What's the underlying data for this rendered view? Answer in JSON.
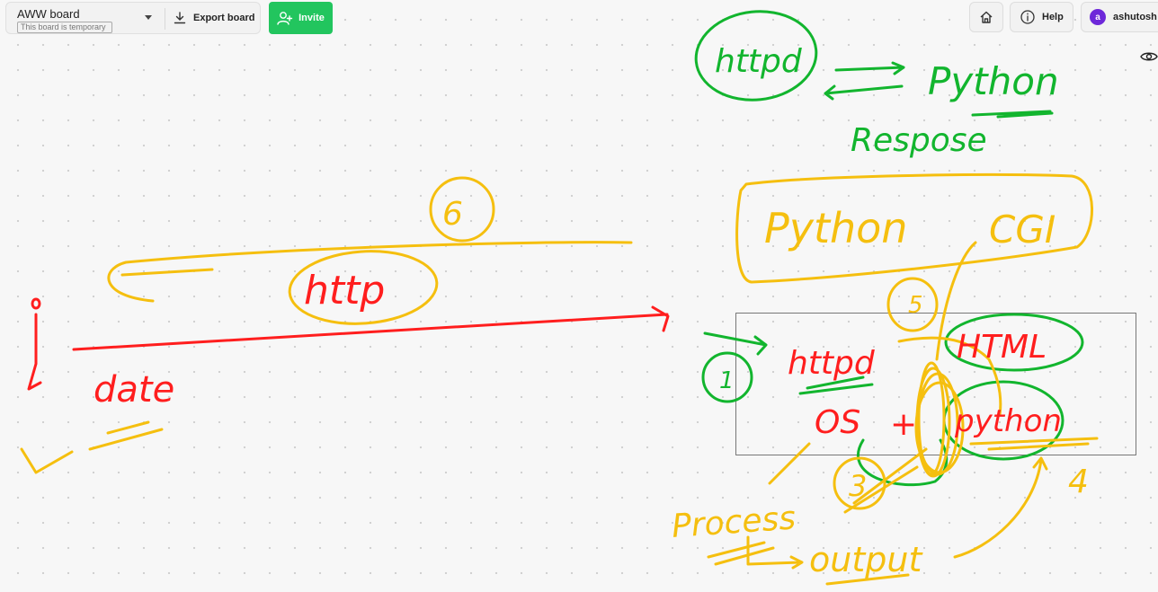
{
  "app": {
    "board_name": "AWW board",
    "board_status": "This board is temporary",
    "export_label": "Export board",
    "invite_label": "Invite",
    "help_label": "Help",
    "user_name": "ashutosh si",
    "user_initial": "a"
  },
  "icons": {
    "export": "download-icon",
    "invite": "add-user-icon",
    "home": "home-icon",
    "help": "info-icon",
    "view": "eye-icon"
  },
  "colors": {
    "invite_bg": "#22c55e",
    "avatar_bg": "#6d28d9",
    "ink_yellow": "#f5bf0f",
    "ink_red": "#ff1e1e",
    "ink_green": "#12b52e"
  },
  "handwriting": {
    "httpd_top": "httpd",
    "python_top": "Python",
    "response": "Respose",
    "python_cgi_1": "Python",
    "python_cgi_2": "CGI",
    "six": "6",
    "http": "http",
    "date": "date",
    "five": "5",
    "one": "1",
    "httpd_box": "httpd",
    "html": "HTML",
    "os": "OS",
    "plus": "+",
    "python_box": "python",
    "three": "3",
    "four": "4",
    "process": "Process",
    "output": "output"
  }
}
